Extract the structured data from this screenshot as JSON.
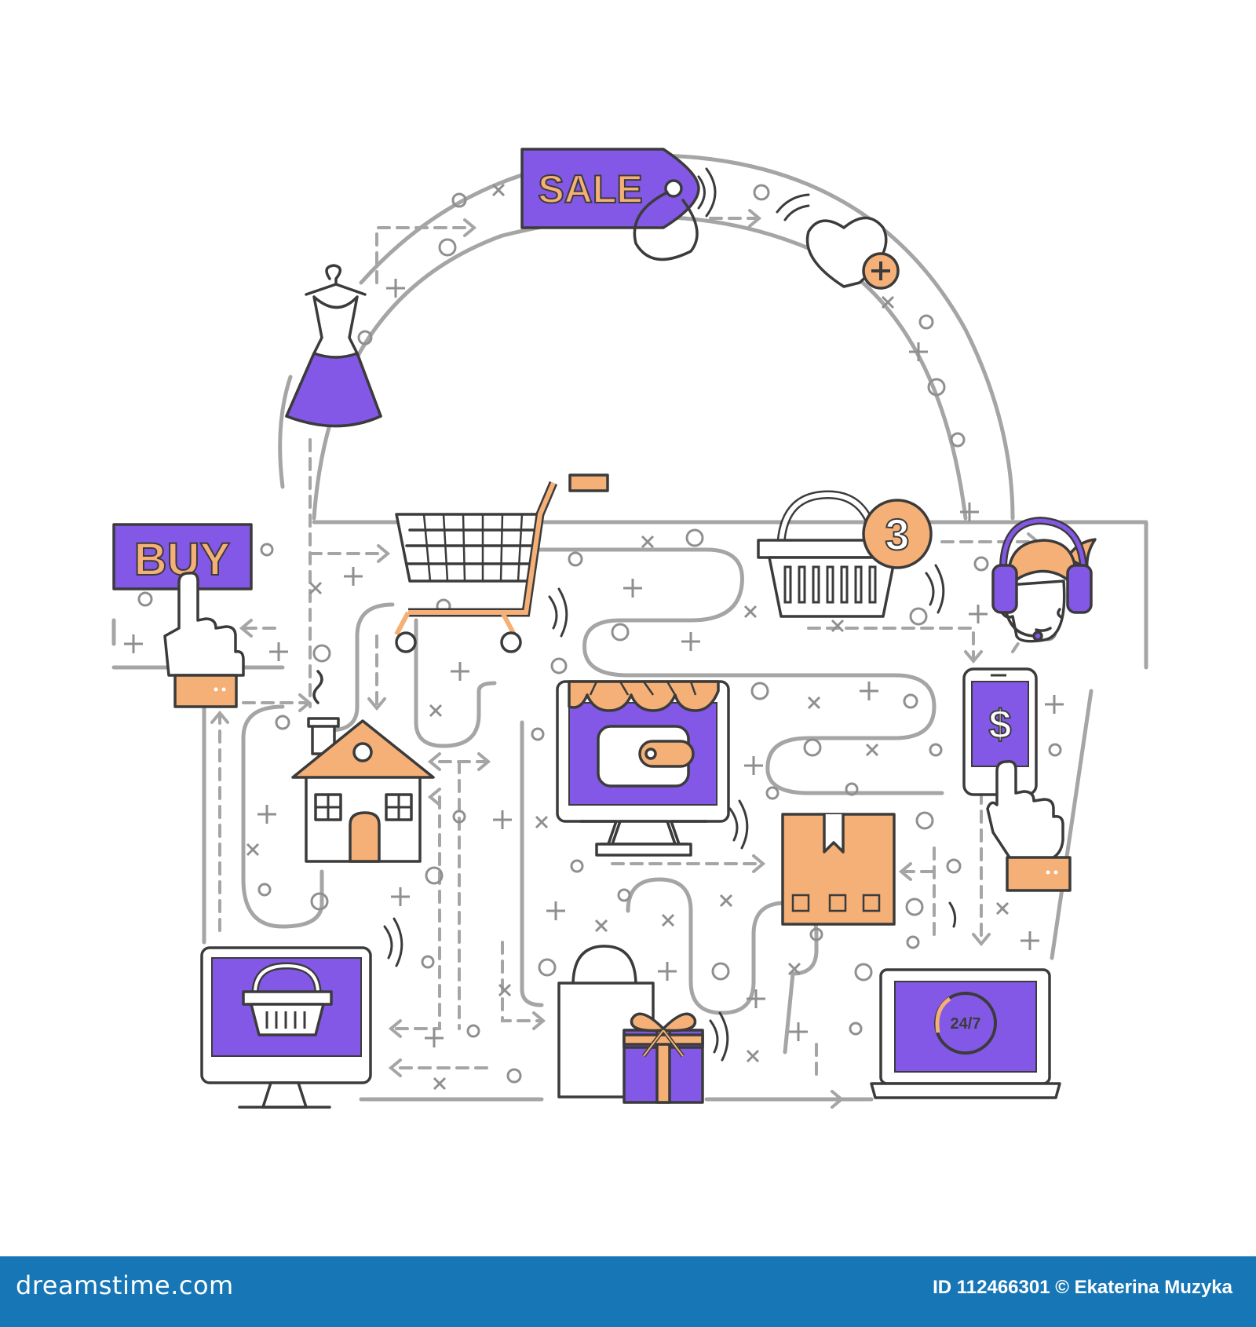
{
  "image": {
    "sale_label": "SALE",
    "buy_label": "BUY",
    "basket_count": "3",
    "dollar_sign": "$",
    "support_hours": "24/7"
  },
  "footer": {
    "logo_text": "dreamstime.com",
    "credit_text": "ID 112466301 © Ekaterina Muzyka"
  },
  "colors": {
    "purple": "#8458e6",
    "orange": "#f4b076",
    "line": "#9a9a9a",
    "footer": "#1777b6"
  }
}
